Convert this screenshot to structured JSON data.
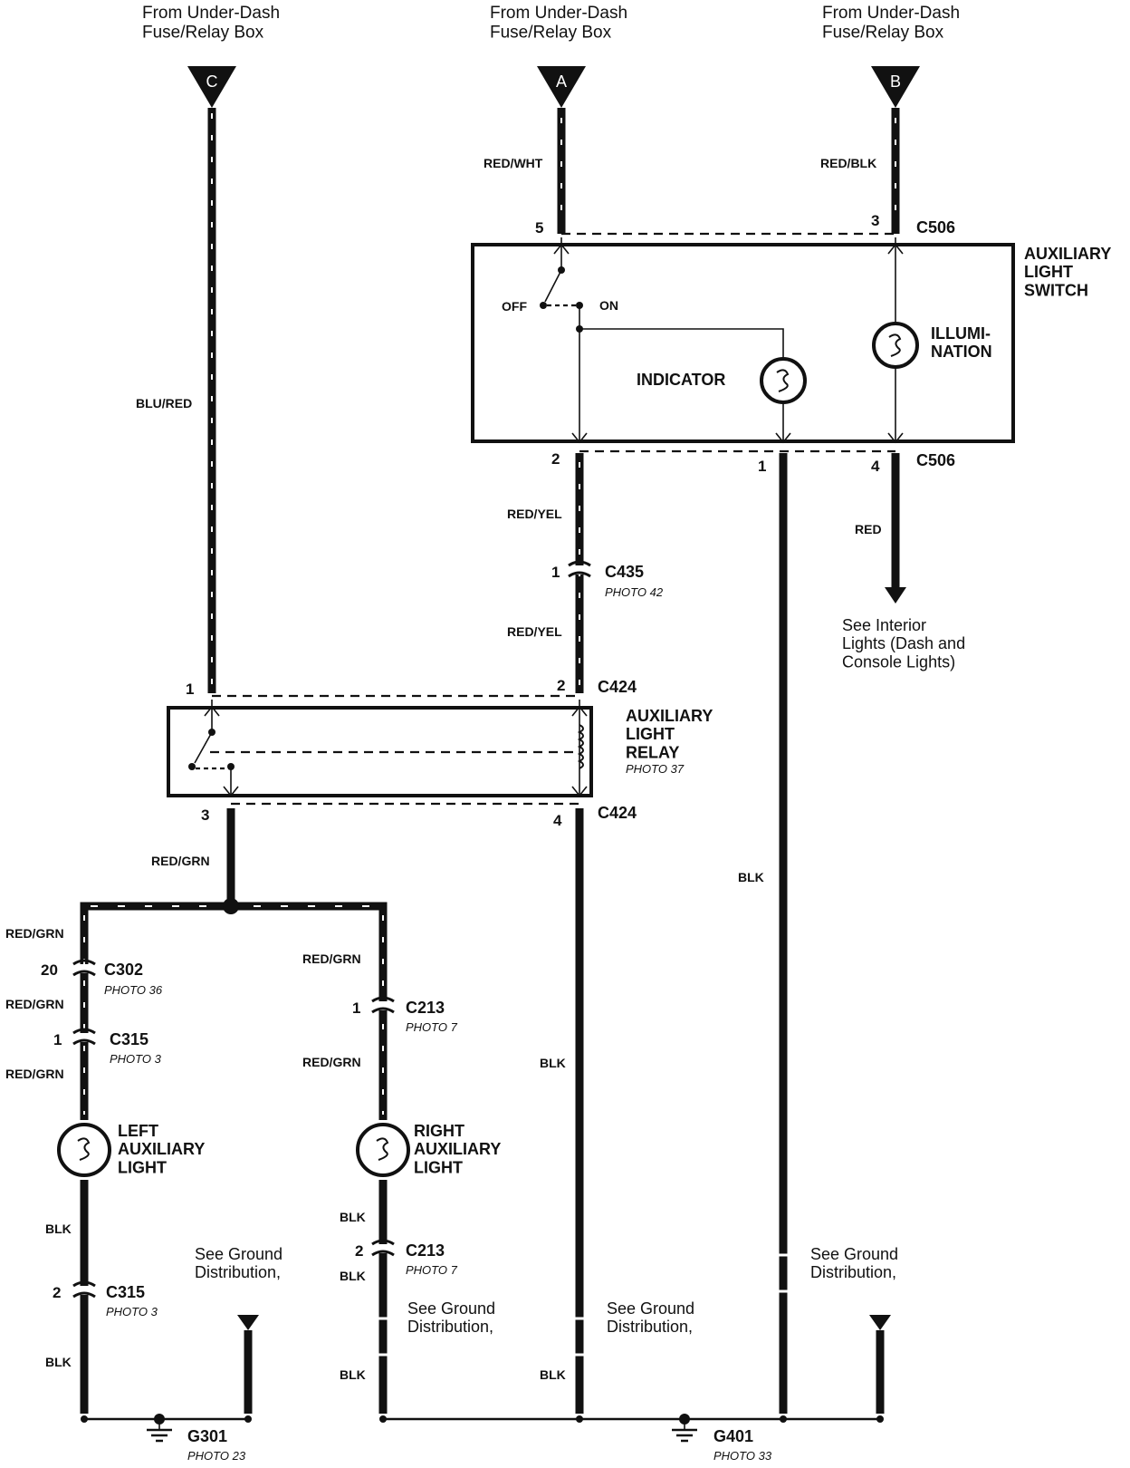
{
  "sources": [
    {
      "text": "From Under-Dash\nFuse/Relay Box",
      "terminal": "C"
    },
    {
      "text": "From Under-Dash\nFuse/Relay Box",
      "terminal": "A"
    },
    {
      "text": "From Under-Dash\nFuse/Relay Box",
      "terminal": "B"
    }
  ],
  "wires": {
    "blu_red": "BLU/RED",
    "red_wht": "RED/WHT",
    "red_blk": "RED/BLK",
    "red_yel": "RED/YEL",
    "red": "RED",
    "red_grn": "RED/GRN",
    "blk": "BLK"
  },
  "connectors": {
    "c506": "C506",
    "c435": "C435",
    "c424": "C424",
    "c302": "C302",
    "c315": "C315",
    "c213": "C213"
  },
  "pins": {
    "p5": "5",
    "p3": "3",
    "p2": "2",
    "p1": "1",
    "p4": "4",
    "p20": "20"
  },
  "photos": {
    "p42": "PHOTO 42",
    "p37": "PHOTO 37",
    "p36": "PHOTO 36",
    "p3": "PHOTO 3",
    "p7": "PHOTO 7",
    "p23": "PHOTO 23",
    "p33": "PHOTO 33"
  },
  "components": {
    "aux_switch": "AUXILIARY\nLIGHT\nSWITCH",
    "aux_relay": "AUXILIARY\nLIGHT\nRELAY",
    "illumination": "ILLUMI-\nNATION",
    "indicator": "INDICATOR",
    "off": "OFF",
    "on": "ON",
    "left_light": "LEFT\nAUXILIARY\nLIGHT",
    "right_light": "RIGHT\nAUXILIARY\nLIGHT"
  },
  "notes": {
    "interior": "See Interior\nLights (Dash and\nConsole Lights)",
    "ground": "See Ground\nDistribution,"
  },
  "grounds": {
    "g301": "G301",
    "g401": "G401"
  }
}
